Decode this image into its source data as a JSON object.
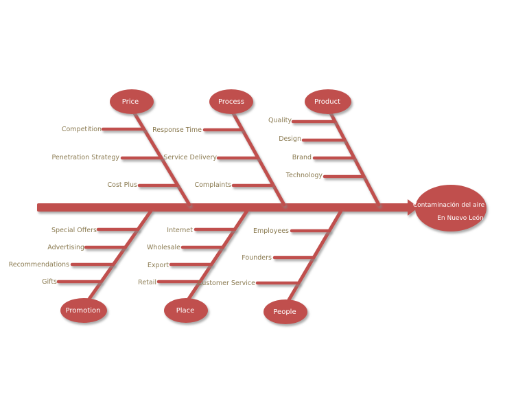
{
  "colors": {
    "bone": "#c0504d",
    "shadow": "#9a9a9a",
    "label": "#8a7a50",
    "node_text": "#ffffff"
  },
  "effect": {
    "line1": "Contaminación del aire",
    "line2": "En Nuevo León"
  },
  "categories": {
    "price": "Price",
    "process": "Process",
    "product": "Product",
    "promotion": "Promotion",
    "place": "Place",
    "people": "People"
  },
  "causes": {
    "price": [
      "Competition",
      "Penetration Strategy",
      "Cost Plus"
    ],
    "process": [
      "Response Time",
      "Service Delivery",
      "Complaints"
    ],
    "product": [
      "Quality",
      "Design",
      "Brand",
      "Technology"
    ],
    "promotion": [
      "Special Offers",
      "Advertising",
      "Recommendations",
      "Gifts"
    ],
    "place": [
      "Internet",
      "Wholesale",
      "Export",
      "Retail",
      "Customer Service"
    ],
    "people": [
      "Employees",
      "Founders"
    ]
  }
}
